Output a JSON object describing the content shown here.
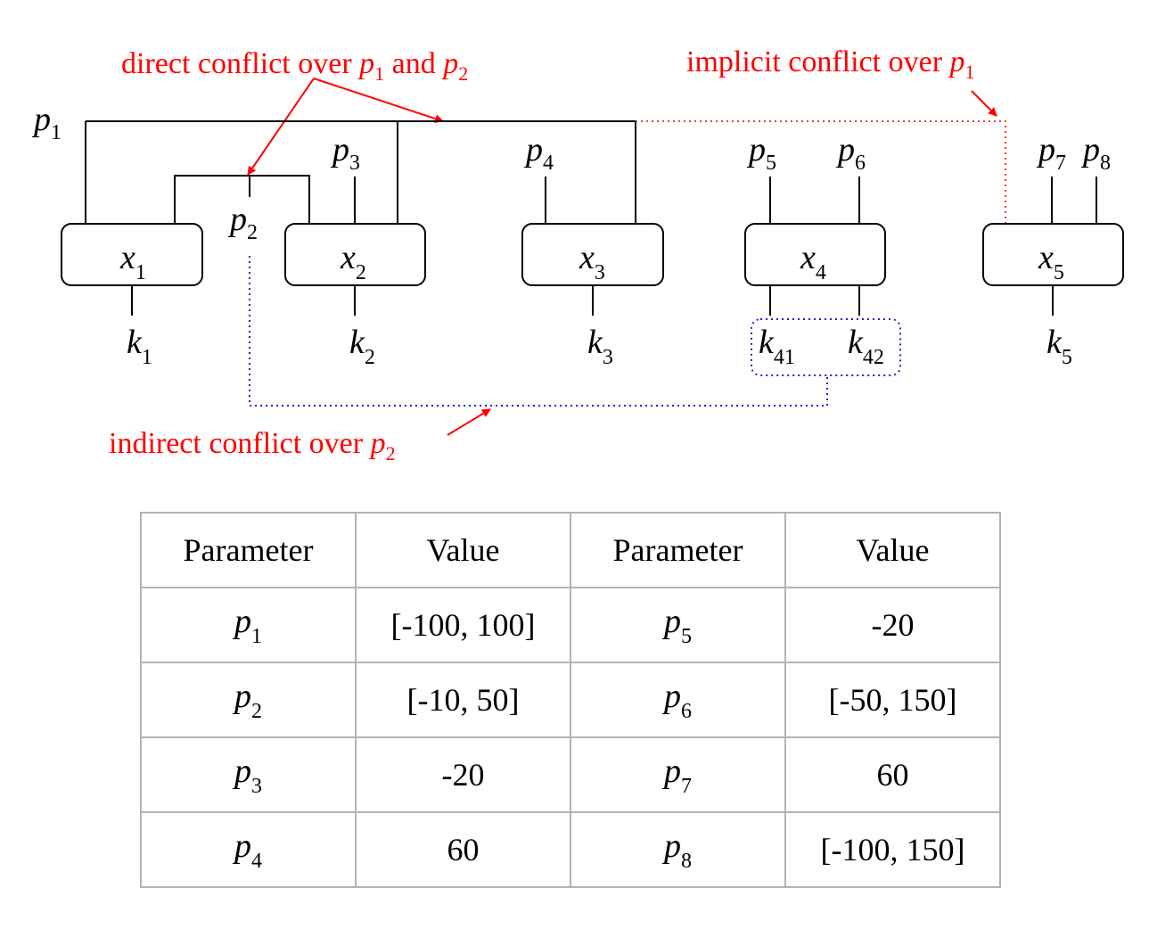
{
  "annotations": {
    "direct": {
      "text": "direct conflict over ",
      "p1": "p",
      "p1_sub": "1",
      "mid": " and ",
      "p2": "p",
      "p2_sub": "2"
    },
    "implicit": {
      "text": "implicit conflict over ",
      "p": "p",
      "p_sub": "1"
    },
    "indirect": {
      "text": "indirect conflict over ",
      "p": "p",
      "p_sub": "2"
    }
  },
  "params": [
    {
      "id": "p1",
      "base": "p",
      "sub": "1"
    },
    {
      "id": "p2",
      "base": "p",
      "sub": "2"
    },
    {
      "id": "p3",
      "base": "p",
      "sub": "3"
    },
    {
      "id": "p4",
      "base": "p",
      "sub": "4"
    },
    {
      "id": "p5",
      "base": "p",
      "sub": "5"
    },
    {
      "id": "p6",
      "base": "p",
      "sub": "6"
    },
    {
      "id": "p7",
      "base": "p",
      "sub": "7"
    },
    {
      "id": "p8",
      "base": "p",
      "sub": "8"
    }
  ],
  "blocks": [
    {
      "id": "x1",
      "base": "x",
      "sub": "1"
    },
    {
      "id": "x2",
      "base": "x",
      "sub": "2"
    },
    {
      "id": "x3",
      "base": "x",
      "sub": "3"
    },
    {
      "id": "x4",
      "base": "x",
      "sub": "4"
    },
    {
      "id": "x5",
      "base": "x",
      "sub": "5"
    }
  ],
  "outputs": [
    {
      "id": "k1",
      "base": "k",
      "sub": "1"
    },
    {
      "id": "k2",
      "base": "k",
      "sub": "2"
    },
    {
      "id": "k3",
      "base": "k",
      "sub": "3"
    },
    {
      "id": "k41",
      "base": "k",
      "sub": "41"
    },
    {
      "id": "k42",
      "base": "k",
      "sub": "42"
    },
    {
      "id": "k5",
      "base": "k",
      "sub": "5"
    }
  ],
  "table": {
    "headers": [
      "Parameter",
      "Value",
      "Parameter",
      "Value"
    ],
    "rows": [
      {
        "left": {
          "base": "p",
          "sub": "1"
        },
        "left_value": "[-100, 100]",
        "right": {
          "base": "p",
          "sub": "5"
        },
        "right_value": "-20"
      },
      {
        "left": {
          "base": "p",
          "sub": "2"
        },
        "left_value": "[-10, 50]",
        "right": {
          "base": "p",
          "sub": "6"
        },
        "right_value": "[-50, 150]"
      },
      {
        "left": {
          "base": "p",
          "sub": "3"
        },
        "left_value": "-20",
        "right": {
          "base": "p",
          "sub": "7"
        },
        "right_value": "60"
      },
      {
        "left": {
          "base": "p",
          "sub": "4"
        },
        "left_value": "60",
        "right": {
          "base": "p",
          "sub": "8"
        },
        "right_value": "[-100, 150]"
      }
    ]
  },
  "colors": {
    "annotation": "#ff0000",
    "indirect_link": "#1f1fd6",
    "implicit_link": "#ff3333",
    "table_border": "#b3b3b3"
  }
}
